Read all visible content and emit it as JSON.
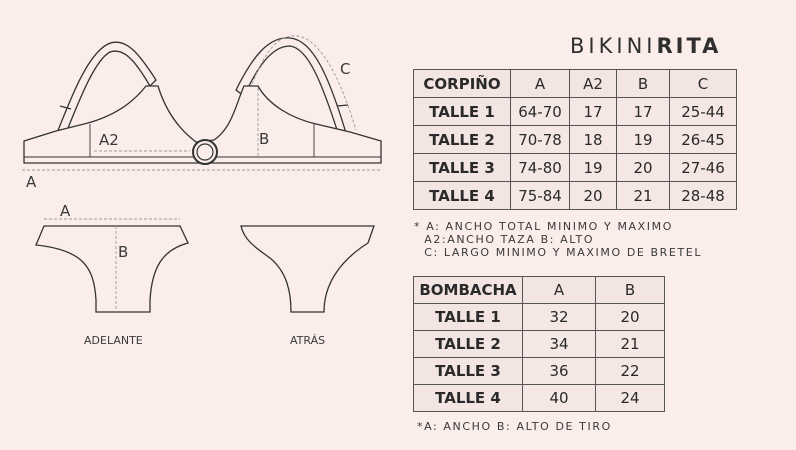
{
  "brand": {
    "part1": "BIKINI",
    "part2": "RITA"
  },
  "diagram": {
    "top_labels": {
      "a": "A",
      "a2": "A2",
      "b": "B",
      "c": "C"
    },
    "bottom_labels": {
      "a": "A",
      "b": "B"
    },
    "front_caption": "ADELANTE",
    "back_caption": "ATRÁS"
  },
  "top_table": {
    "headers": [
      "CORPIÑO",
      "A",
      "A2",
      "B",
      "C"
    ],
    "rows": [
      [
        "TALLE 1",
        "64-70",
        "17",
        "17",
        "25-44"
      ],
      [
        "TALLE 2",
        "70-78",
        "18",
        "19",
        "26-45"
      ],
      [
        "TALLE 3",
        "74-80",
        "19",
        "20",
        "27-46"
      ],
      [
        "TALLE 4",
        "75-84",
        "20",
        "21",
        "28-48"
      ]
    ]
  },
  "top_note": {
    "line1": "* A: ANCHO TOTAL MINIMO Y MAXIMO",
    "line2": "  A2:ANCHO TAZA B: ALTO",
    "line3": "  C: LARGO MINIMO Y MAXIMO DE BRETEL"
  },
  "bottom_table": {
    "headers": [
      "BOMBACHA",
      "A",
      "B"
    ],
    "rows": [
      [
        "TALLE 1",
        "32",
        "20"
      ],
      [
        "TALLE 2",
        "34",
        "21"
      ],
      [
        "TALLE 3",
        "36",
        "22"
      ],
      [
        "TALLE 4",
        "40",
        "24"
      ]
    ]
  },
  "bottom_note": "*A: ANCHO B: ALTO DE TIRO"
}
